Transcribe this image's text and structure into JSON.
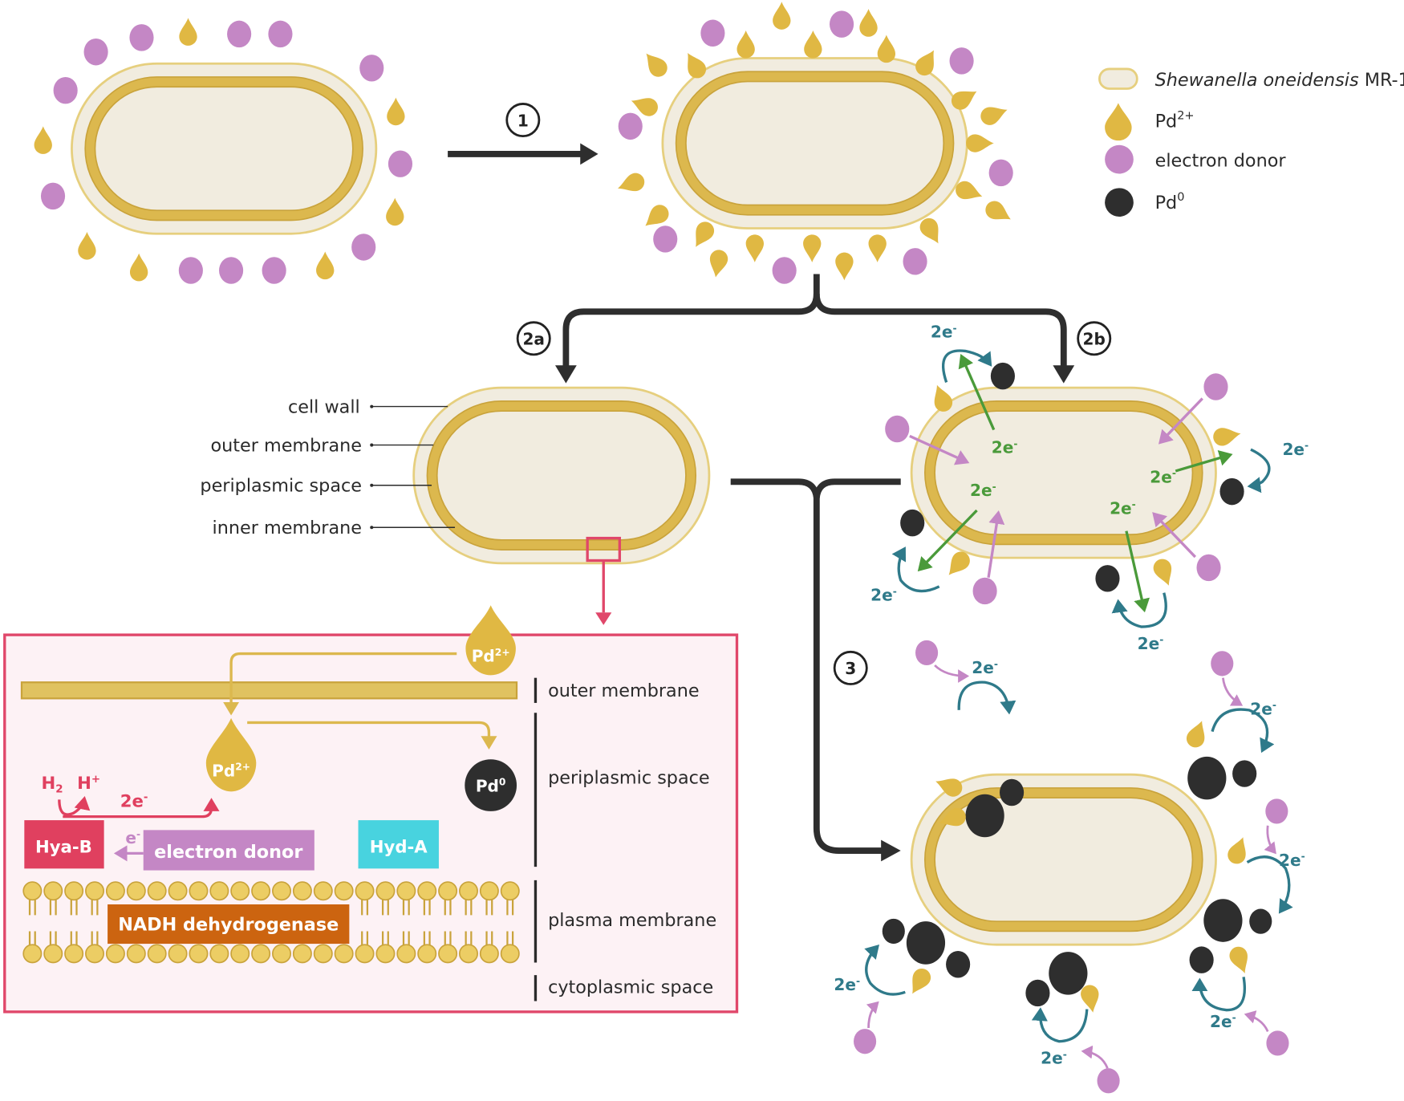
{
  "colors": {
    "cell_fill": "#f1ecdf",
    "cell_wall": "#e6cf7e",
    "membrane": "#dcb84e",
    "pd2": "#e0b843",
    "donor": "#c487c5",
    "pd0": "#2e2e2e",
    "arrow": "#2e2e2e",
    "teal": "#2f7a8a",
    "green": "#4a9a3a",
    "inset_border": "#e0476a",
    "inset_bg": "#fdf2f5",
    "hya_b": "#e0405f",
    "hyd_a": "#48d3df",
    "nadh": "#cc6410",
    "donor_box": "#c487c5"
  },
  "legend": {
    "items": [
      {
        "icon": "cell-icon",
        "label_italic": "Shewanella oneidensis",
        "label": " MR-1"
      },
      {
        "icon": "pd2-drop-icon",
        "label": "Pd",
        "sup": "2+"
      },
      {
        "icon": "electron-donor-icon",
        "label": "electron donor"
      },
      {
        "icon": "pd0-icon",
        "label": "Pd",
        "sup": "0"
      }
    ]
  },
  "steps": {
    "s1": "1",
    "s2a": "2a",
    "s2b": "2b",
    "s3": "3"
  },
  "cell_labels": {
    "cell_wall": "cell wall",
    "outer_membrane": "outer membrane",
    "periplasmic_space": "periplasmic space",
    "inner_membrane": "inner membrane"
  },
  "electrons": {
    "two_e": "2e",
    "minus": "-",
    "one_e": "e"
  },
  "inset": {
    "pd2_label": "Pd",
    "pd2_sup": "2+",
    "pd0_label": "Pd",
    "pd0_sup": "0",
    "h2": "H",
    "h2_sub": "2",
    "hplus": "H",
    "hplus_sup": "+",
    "hya_b": "Hya-B",
    "electron_donor": "electron donor",
    "hyd_a": "Hyd-A",
    "nadh": "NADH dehydrogenase",
    "regions": {
      "outer_membrane": "outer membrane",
      "periplasmic_space": "periplasmic space",
      "plasma_membrane": "plasma membrane",
      "cytoplasmic_space": "cytoplasmic space"
    }
  }
}
